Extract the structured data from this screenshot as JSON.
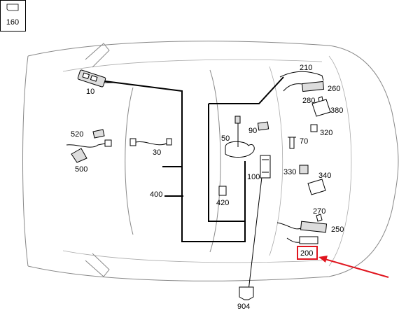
{
  "header": {
    "page_number": "160"
  },
  "callouts": {
    "c10": "10",
    "c30": "30",
    "c50": "50",
    "c70": "70",
    "c90": "90",
    "c100": "100",
    "c200": "200",
    "c210": "210",
    "c250": "250",
    "c260": "260",
    "c270": "270",
    "c280": "280",
    "c320": "320",
    "c330": "330",
    "c340": "340",
    "c380": "380",
    "c400": "400",
    "c420": "420",
    "c500": "500",
    "c520": "520",
    "c904": "904"
  },
  "colors": {
    "highlight": "#e0141e",
    "car_outline": "#888888",
    "wire": "#000000"
  }
}
